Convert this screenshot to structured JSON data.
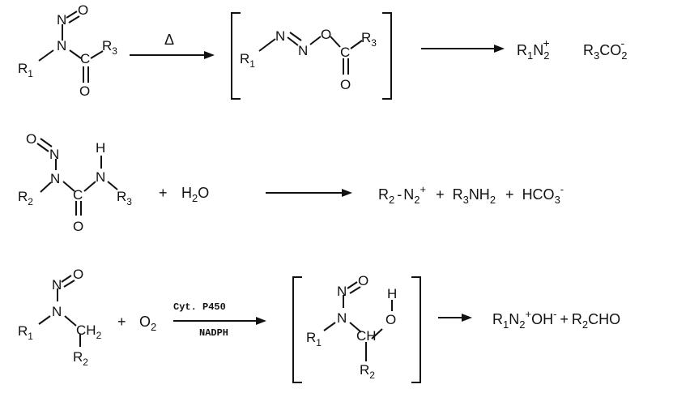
{
  "reaction1": {
    "reactant": {
      "N": "N",
      "O_top": "O",
      "N_top": "N",
      "C": "C",
      "O_bottom": "O",
      "R1": "R",
      "R1_sub": "1",
      "R3": "R",
      "R3_sub": "3"
    },
    "arrow_label": "Δ",
    "intermediate": {
      "R1": "R",
      "R1_sub": "1",
      "N1": "N",
      "N2": "N",
      "O": "O",
      "C": "C",
      "O_bottom": "O",
      "R3": "R",
      "R3_sub": "3"
    },
    "product1": {
      "R": "R",
      "sub1": "1",
      "N": "N",
      "sub2": "2",
      "charge": "+"
    },
    "product2": {
      "R": "R",
      "sub3": "3",
      "CO": "CO",
      "sub2": "2",
      "charge": "-"
    }
  },
  "reaction2": {
    "reactant": {
      "O_top": "O",
      "N_top": "N",
      "N": "N",
      "C": "C",
      "O_bottom": "O",
      "N_right": "N",
      "H": "H",
      "R2": "R",
      "R2_sub": "2",
      "R3": "R",
      "R3_sub": "3"
    },
    "plus1": "+",
    "water": {
      "H": "H",
      "sub": "2",
      "O": "O"
    },
    "products": {
      "R2": "R",
      "R2_sub": "2",
      "dash": "-",
      "N": "N",
      "N_sub": "2",
      "N_charge": "+",
      "plus_a": "+",
      "R3": "R",
      "R3_sub": "3",
      "NH": "NH",
      "NH_sub": "2",
      "plus_b": "+",
      "HCO": "HCO",
      "HCO_sub": "3",
      "HCO_charge": "-"
    }
  },
  "reaction3": {
    "reactant": {
      "O_top": "O",
      "N_top": "N",
      "N": "N",
      "CH": "CH",
      "CH_sub": "2",
      "R1": "R",
      "R1_sub": "1",
      "R2": "R",
      "R2_sub": "2"
    },
    "plus": "+",
    "oxygen": {
      "O": "O",
      "sub": "2"
    },
    "arrow_top": "Cyt. P450",
    "arrow_bottom": "NADPH",
    "intermediate": {
      "O_top": "O",
      "N_top": "N",
      "N": "N",
      "CH": "CH",
      "O": "O",
      "H": "H",
      "R1": "R",
      "R1_sub": "1",
      "R2": "R",
      "R2_sub": "2"
    },
    "products": {
      "R1": "R",
      "R1_sub": "1",
      "N": "N",
      "N_sub": "2",
      "N_charge": "+",
      "OH": "OH",
      "OH_charge": "-",
      "plus": "+",
      "R2": "R",
      "R2_sub": "2",
      "CHO": "CHO"
    }
  }
}
